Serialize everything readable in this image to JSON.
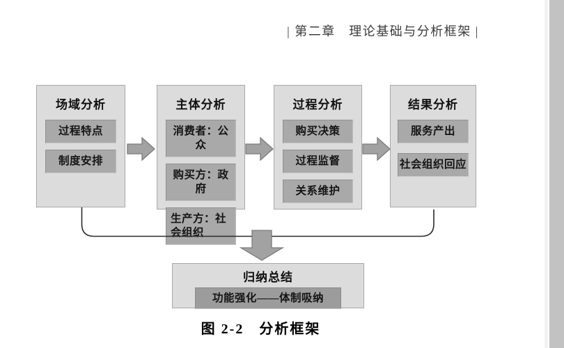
{
  "header": {
    "text": "| 第二章　理论基础与分析框架 |"
  },
  "diagram": {
    "panels": [
      {
        "title": "场域分析",
        "items": [
          {
            "label": "过程特点"
          },
          {
            "label": "制度安排"
          }
        ]
      },
      {
        "title": "主体分析",
        "items": [
          {
            "label": "消费者：公众"
          },
          {
            "label": "购买方：政府"
          },
          {
            "label": "生产方：社会组织"
          }
        ]
      },
      {
        "title": "过程分析",
        "items": [
          {
            "label": "购买决策"
          },
          {
            "label": "过程监督"
          },
          {
            "label": "关系维护"
          }
        ]
      },
      {
        "title": "结果分析",
        "items": [
          {
            "label": "服务产出"
          },
          {
            "label": "社会组织回应"
          }
        ]
      }
    ],
    "summary": {
      "title": "归纳总结",
      "item": "功能强化——体制吸纳"
    }
  },
  "caption": {
    "text": "图 2-2　分析框架"
  },
  "colors": {
    "panel_fill": "#dcdcdc",
    "panel_border": "#a8a8a8",
    "item_fill": "#a9a9a9",
    "summary_item_fill": "#9c9c9c",
    "arrow_fill": "#a2a2a2",
    "arrow_border": "#7b7b7b",
    "connector_line": "#2a2a2a",
    "page_gutter": "#c2c2c2"
  }
}
